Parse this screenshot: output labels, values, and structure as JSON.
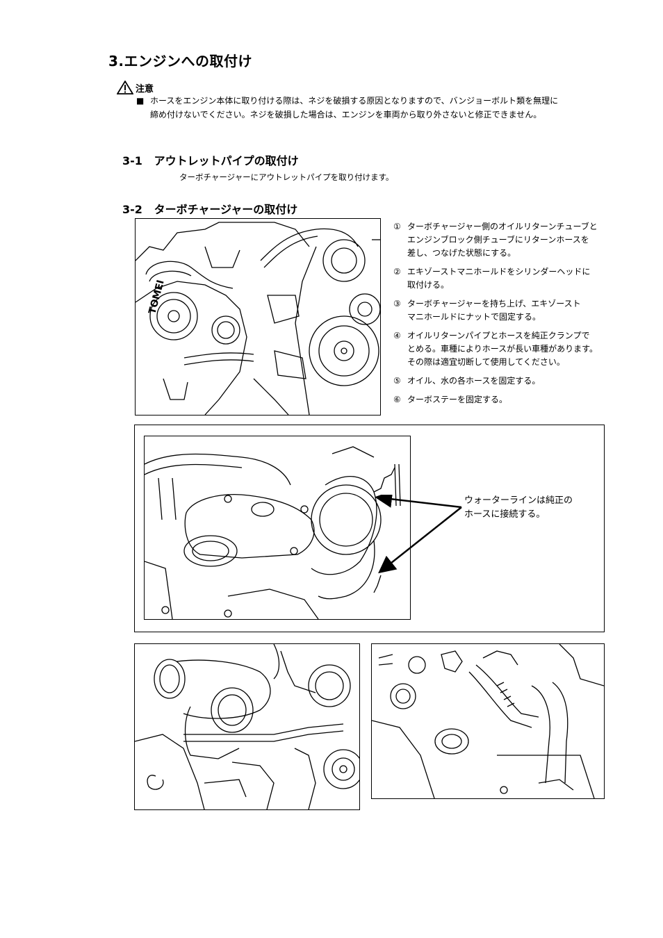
{
  "heading": "3.エンジンへの取付け",
  "caution": {
    "title": "注意",
    "bullet": "■",
    "text": "ホースをエンジン本体に取り付ける際は、ネジを破損する原因となりますので、バンジョーボルト類を無理に締め付けないでください。ネジを破損した場合は、エンジンを車両から取り外さないと修正できません。"
  },
  "section1": {
    "number": "3-1",
    "title": "アウトレットパイプの取付け",
    "description": "ターボチャージャーにアウトレットパイプを取り付けます。"
  },
  "section2": {
    "number": "3-2",
    "title": "ターボチャージャーの取付け",
    "steps": [
      {
        "num": "①",
        "text": "ターボチャージャー側のオイルリターンチューブと\nエンジンブロック側チューブにリターンホースを\n差し、つなげた状態にする。"
      },
      {
        "num": "②",
        "text": "エキゾーストマニホールドをシリンダーヘッドに\n取付ける。"
      },
      {
        "num": "③",
        "text": "ターボチャージャーを持ち上げ、エキゾースト\nマニホールドにナットで固定する。"
      },
      {
        "num": "④",
        "text": "オイルリターンパイプとホースを純正クランプで\nとめる。車種によりホースが長い車種があります。\nその際は適宜切断して使用してください。"
      },
      {
        "num": "⑤",
        "text": "オイル、水の各ホースを固定する。"
      },
      {
        "num": "⑥",
        "text": "ターボステーを固定する。"
      }
    ],
    "callout": "ウォーターラインは純正の\nホースに接続する。"
  },
  "figures": {
    "fig1_logo": "TOMEI"
  }
}
